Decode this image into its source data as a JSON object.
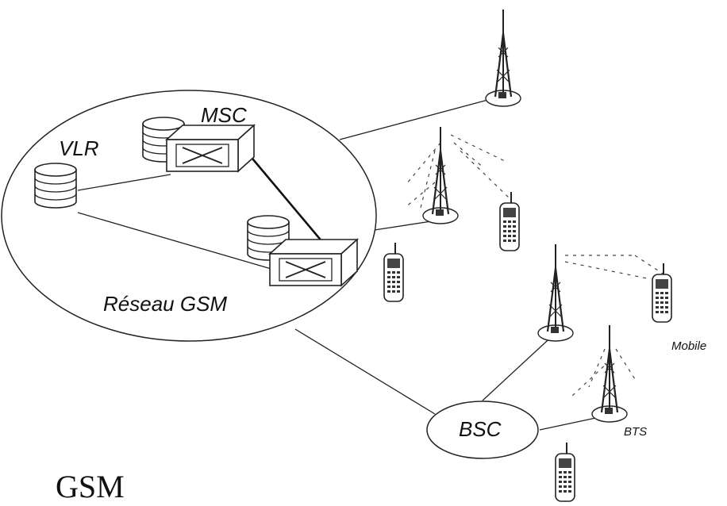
{
  "labels": {
    "vlr": "VLR",
    "msc": "MSC",
    "network": "Réseau GSM",
    "bsc": "BSC",
    "bts": "BTS",
    "mobile": "Mobile",
    "caption": "GSM"
  },
  "icons": [
    "database-icon",
    "switch-icon",
    "antenna-tower-icon",
    "mobile-phone-icon"
  ],
  "colors": {
    "line": "#222222",
    "background": "#ffffff"
  }
}
